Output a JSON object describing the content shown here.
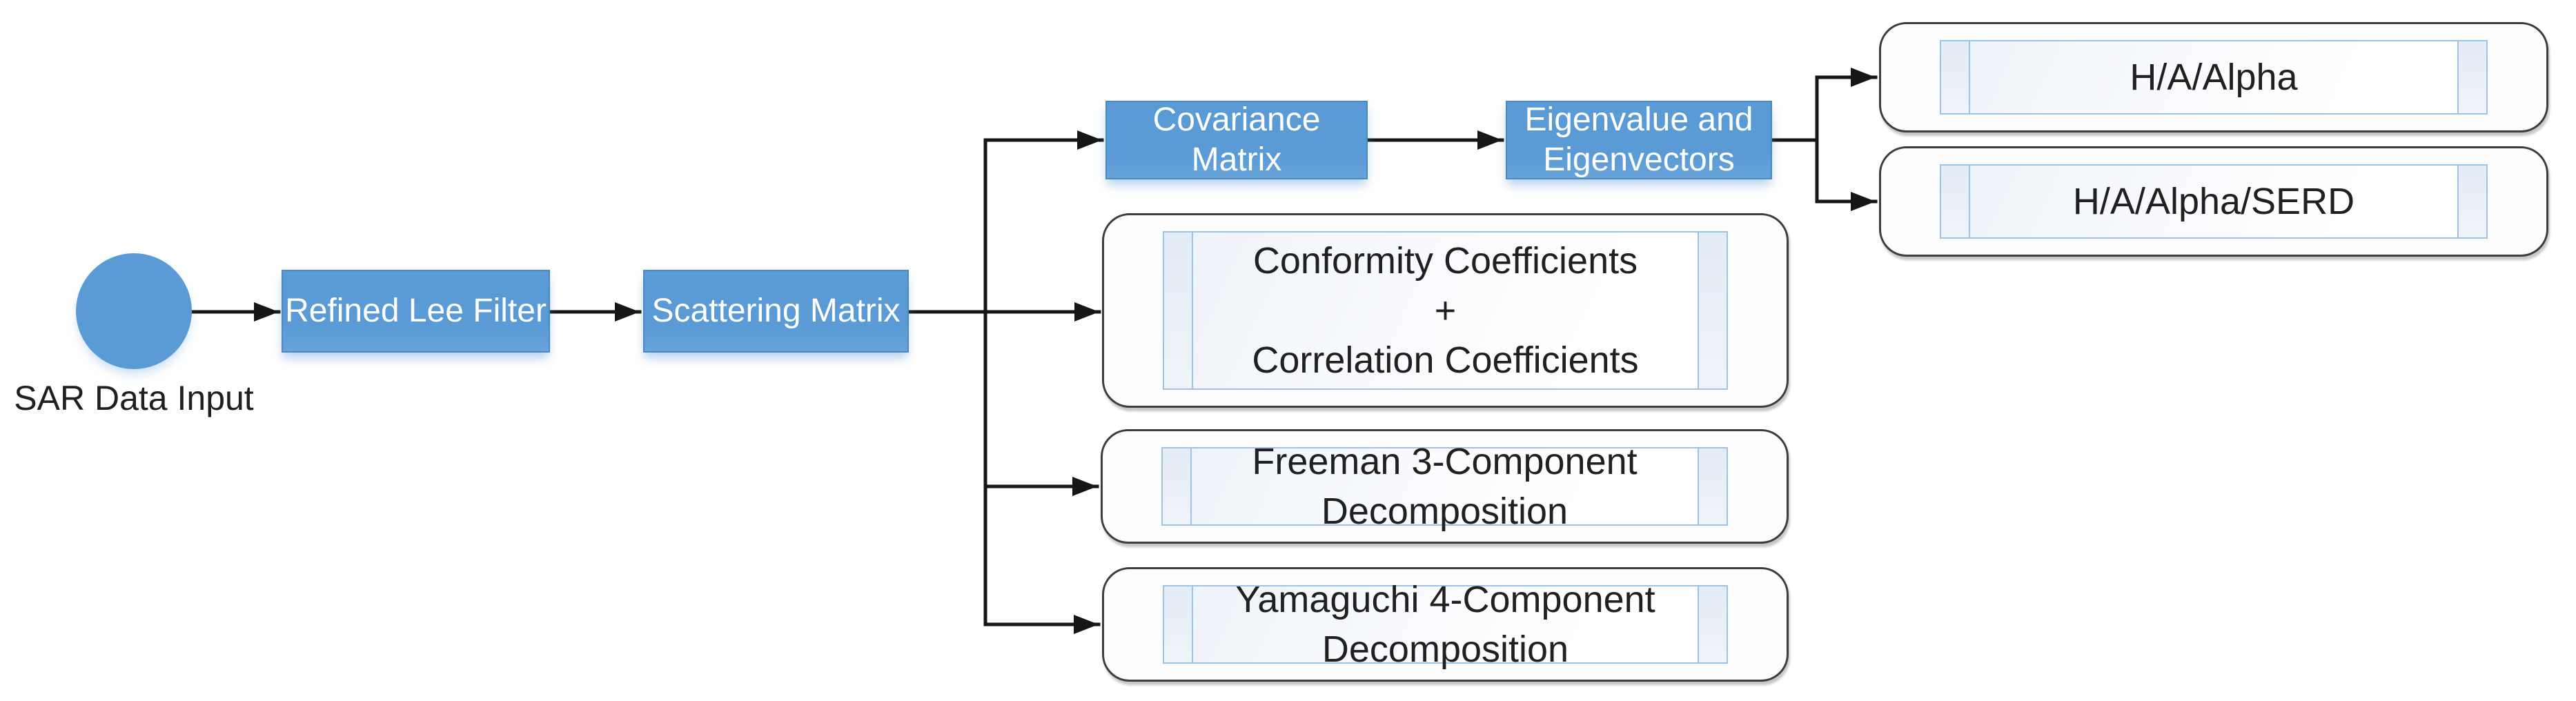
{
  "colors": {
    "accent_blue": "#5B9BD5",
    "accent_blue_border": "#4C88BF",
    "outer_border": "#3D3D3D",
    "inner_border": "#9DC3E6",
    "inner_strip": "#E3EBF5",
    "flow_line": "#161616",
    "text_dark": "#202020",
    "text_light": "#FFFFFF",
    "background": "#FFFFFF"
  },
  "diagram": {
    "nodes": {
      "sar_input": {
        "label": "SAR Data Input"
      },
      "refined_lee_filter": {
        "label": "Refined Lee Filter"
      },
      "scattering_matrix": {
        "label": "Scattering Matrix"
      },
      "covariance_matrix": {
        "lines": [
          "Covariance",
          "Matrix"
        ]
      },
      "eigenvalue_eigenvectors": {
        "lines": [
          "Eigenvalue and",
          "Eigenvectors"
        ]
      },
      "h_a_alpha": {
        "label": "H/A/Alpha"
      },
      "h_a_alpha_serd": {
        "label": "H/A/Alpha/SERD"
      },
      "conformity_correlation": {
        "lines": [
          "Conformity Coefficients",
          "+",
          "Correlation Coefficients"
        ]
      },
      "freeman": {
        "lines": [
          "Freeman 3-Component",
          "Decomposition"
        ]
      },
      "yamaguchi": {
        "lines": [
          "Yamaguchi 4-Component",
          "Decomposition"
        ]
      }
    }
  }
}
